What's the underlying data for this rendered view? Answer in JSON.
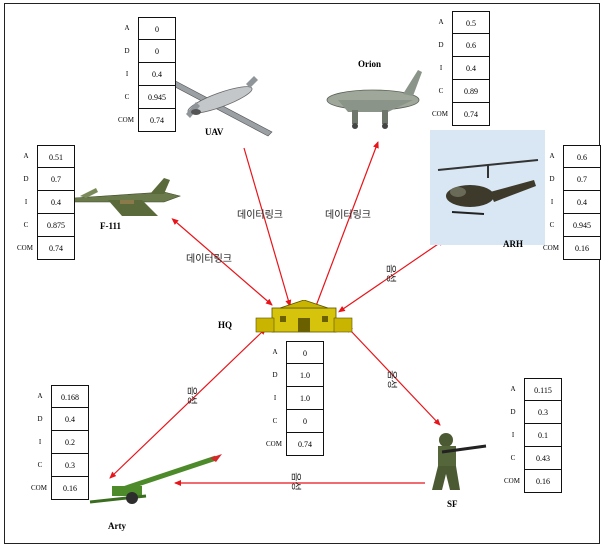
{
  "nodes": {
    "uav": {
      "name": "UAV",
      "A": "0",
      "D": "0",
      "I": "0.4",
      "C": "0.945",
      "COM": "0.74"
    },
    "orion": {
      "name": "Orion",
      "A": "0.5",
      "D": "0.6",
      "I": "0.4",
      "C": "0.89",
      "COM": "0.74"
    },
    "f111": {
      "name": "F-111",
      "A": "0.51",
      "D": "0.7",
      "I": "0.4",
      "C": "0.875",
      "COM": "0.74"
    },
    "arh": {
      "name": "ARH",
      "A": "0.6",
      "D": "0.7",
      "I": "0.4",
      "C": "0.945",
      "COM": "0.16"
    },
    "hq": {
      "name": "HQ",
      "A": "0",
      "D": "1.0",
      "I": "1.0",
      "C": "0",
      "COM": "0.74"
    },
    "arty": {
      "name": "Arty",
      "A": "0.168",
      "D": "0.4",
      "I": "0.2",
      "C": "0.3",
      "COM": "0.16"
    },
    "sf": {
      "name": "SF",
      "A": "0.115",
      "D": "0.3",
      "I": "0.1",
      "C": "0.43",
      "COM": "0.16"
    }
  },
  "row_labels": {
    "A": "A",
    "D": "D",
    "I": "I",
    "C": "C",
    "COM": "COM"
  },
  "links": {
    "datalink": "데이터링크",
    "voice": "음성"
  },
  "colors": {
    "link": "#e8141a"
  }
}
